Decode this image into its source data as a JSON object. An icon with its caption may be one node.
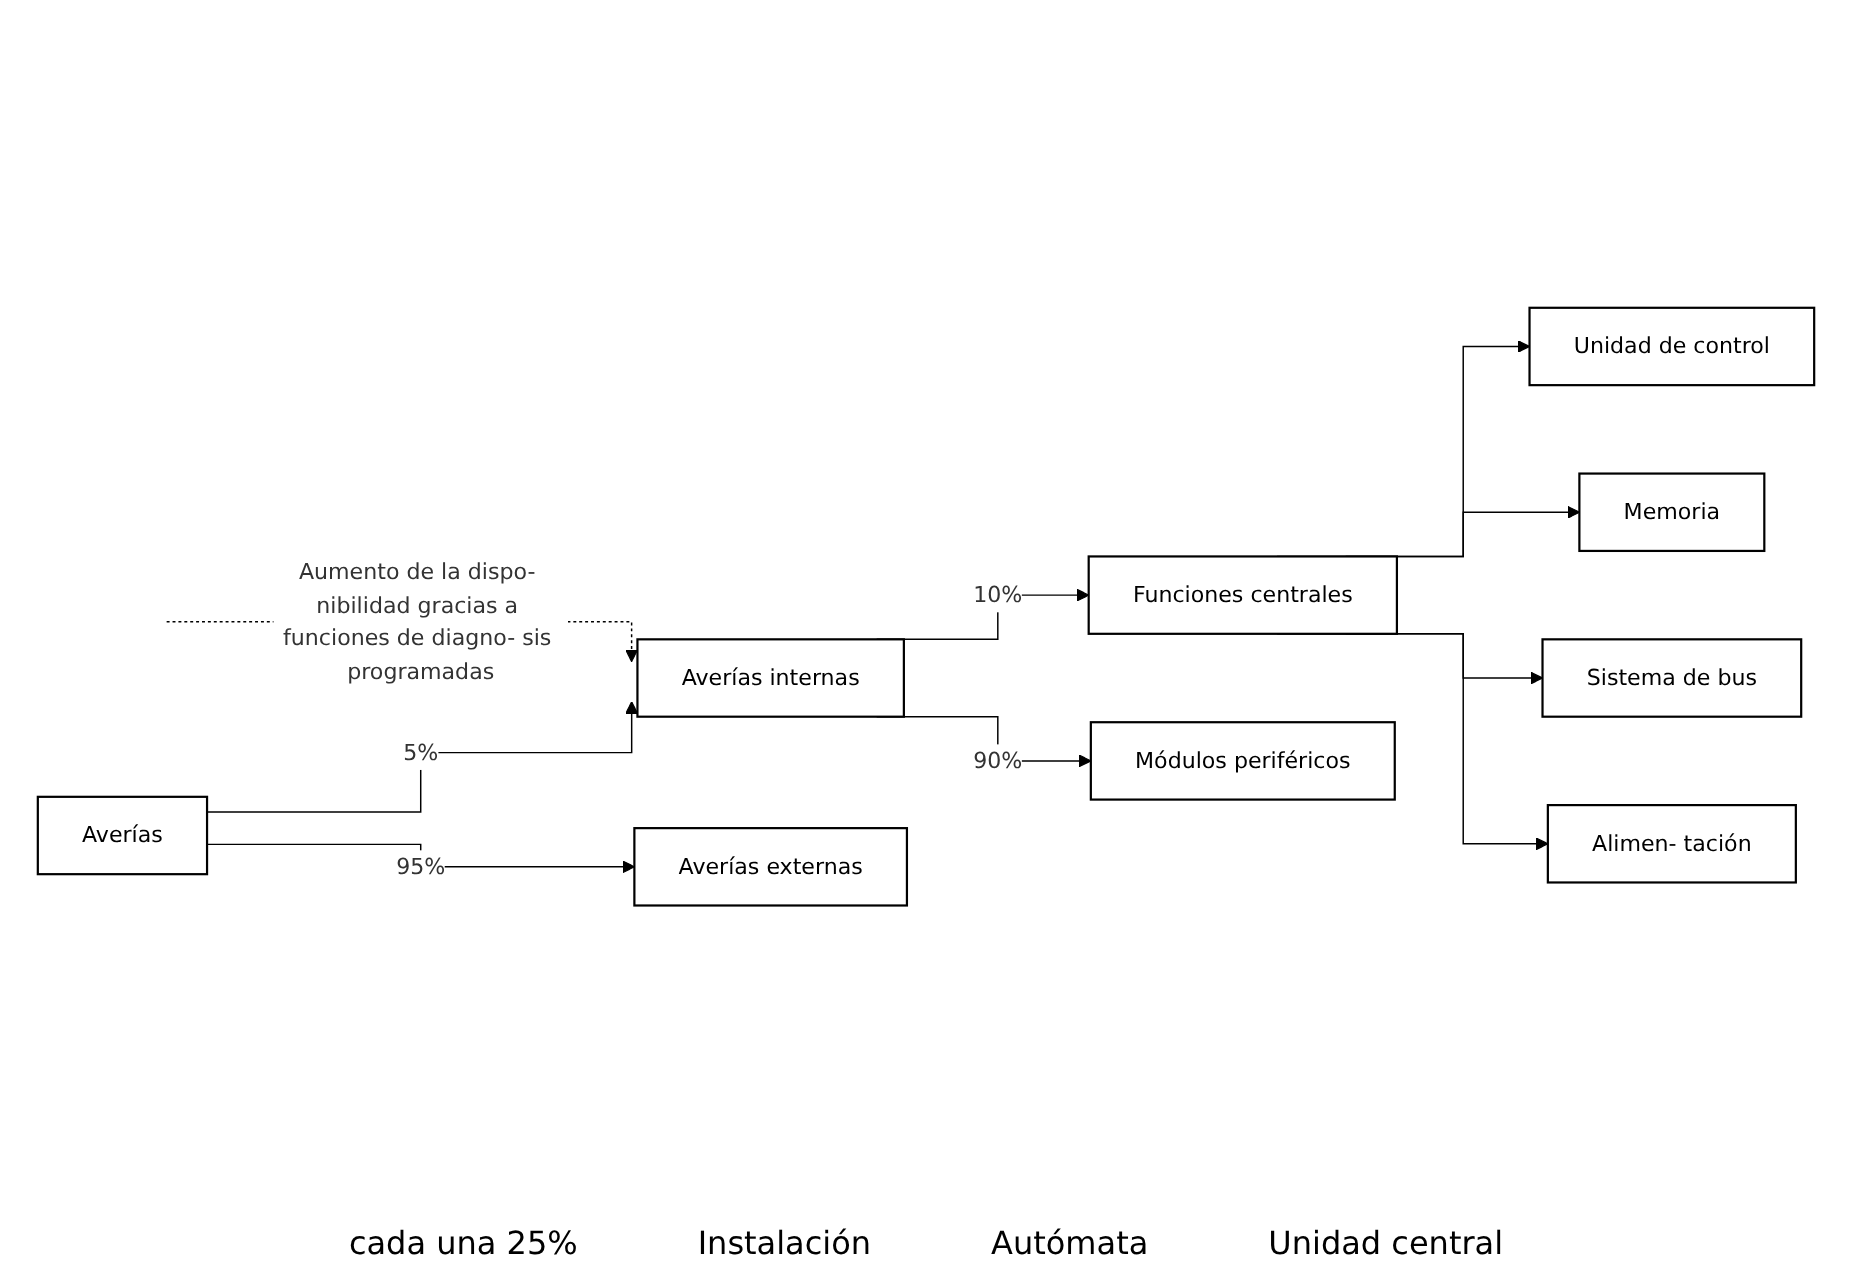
{
  "diagram": {
    "nodes": [
      {
        "text": [
          "Averías"
        ]
      },
      {
        "text": [
          "Averías internas"
        ]
      },
      {
        "text": [
          "Averías externas"
        ]
      },
      {
        "text": [
          "Funciones centrales"
        ]
      },
      {
        "text": [
          "Módulos periféricos"
        ]
      },
      {
        "text": [
          "Unidad de control"
        ]
      },
      {
        "text": [
          "Memoria"
        ]
      },
      {
        "text": [
          "Sistema de bus"
        ]
      },
      {
        "text": [
          "Alimen- tación"
        ]
      }
    ],
    "edges": [
      {
        "from": null,
        "to": 1,
        "arrow": "to",
        "style": "dashed",
        "label": "Aumento de la dispo- nibilidad gracias a funciones de diagno- sis programadas"
      },
      {
        "from": 0,
        "to": 1,
        "arrow": "to",
        "label": "5%"
      },
      {
        "from": 0,
        "to": 2,
        "arrow": "to",
        "label": "95%"
      },
      {
        "from": 1,
        "to": 3,
        "arrow": "to",
        "label": "10%"
      },
      {
        "from": 1,
        "to": 4,
        "arrow": "to",
        "label": "90%"
      },
      {
        "from": 3,
        "to": 5,
        "arrow": "to"
      },
      {
        "from": 3,
        "to": 6,
        "arrow": "to"
      },
      {
        "from": 3,
        "to": 7,
        "arrow": "to"
      },
      {
        "from": 3,
        "to": 8,
        "arrow": "to"
      }
    ],
    "labels": [
      "cada una 25%",
      "Instalación",
      "Autómata",
      "Unidad central"
    ]
  }
}
